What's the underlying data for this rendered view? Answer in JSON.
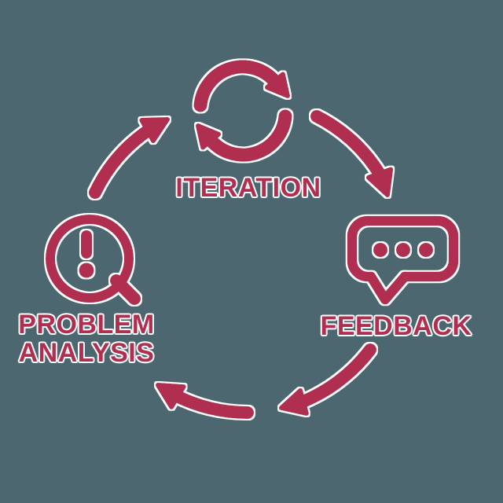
{
  "palette": {
    "accent": "#B02F50",
    "bg": "#4D6771",
    "halo": "#FFFFFF"
  },
  "diagram": {
    "type": "cycle",
    "flow_direction": "clockwise",
    "nodes": [
      {
        "id": "iteration",
        "position": "top",
        "label": "ITERATION",
        "icon": "refresh-arrows-icon"
      },
      {
        "id": "feedback",
        "position": "right",
        "label": "FEEDBACK",
        "icon": "speech-bubble-dots-icon"
      },
      {
        "id": "problem-analysis",
        "position": "left",
        "label": "PROBLEM ANALYSIS",
        "label_lines": [
          "PROBLEM",
          "ANALYSIS"
        ],
        "icon": "magnifier-exclamation-icon"
      }
    ],
    "connections": [
      {
        "from": "problem-analysis",
        "to": "iteration",
        "arrows": 1
      },
      {
        "from": "iteration",
        "to": "feedback",
        "arrows": 1
      },
      {
        "from": "feedback",
        "to": "problem-analysis",
        "arrows": 2
      }
    ]
  }
}
